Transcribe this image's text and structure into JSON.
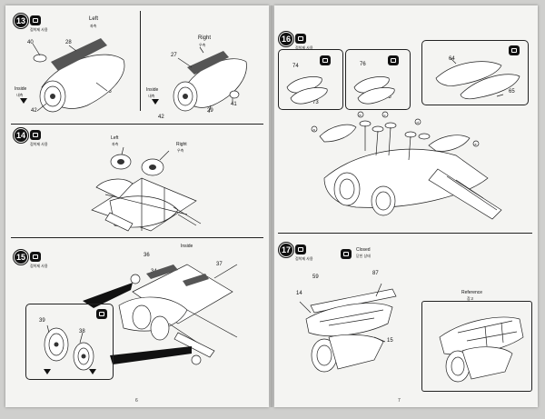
{
  "left_page": {
    "page_number": "6",
    "step13": {
      "number": "13",
      "tool_text": "접착제 사용",
      "left_label": "Left",
      "left_label_kr": "좌측",
      "right_label": "Right",
      "right_label_kr": "우측",
      "inside_label": "Inside",
      "inside_label_kr": "내측",
      "left_parts": [
        "40",
        "28",
        "26",
        "42"
      ],
      "right_parts": [
        "27",
        "29",
        "41",
        "42"
      ]
    },
    "step14": {
      "number": "14",
      "tool_text": "접착제 사용",
      "left_label": "Left",
      "left_label_kr": "좌측",
      "right_label": "Right",
      "right_label_kr": "우측"
    },
    "step15": {
      "number": "15",
      "tool_text": "접착제 사용",
      "inside_label": "Inside",
      "parts": [
        "36",
        "34",
        "35",
        "37",
        "39",
        "38"
      ]
    }
  },
  "right_page": {
    "page_number": "7",
    "step16": {
      "number": "16",
      "tool_text": "접착제 사용",
      "parts": [
        "74",
        "73",
        "76",
        "75",
        "64",
        "65"
      ],
      "callouts": [
        "a",
        "b",
        "c",
        "d",
        "e"
      ]
    },
    "step17": {
      "number": "17",
      "tool_text": "접착제 사용",
      "closed_label": "Closed",
      "closed_label_kr": "닫힌 상태",
      "parts": [
        "59",
        "87",
        "14",
        "15"
      ],
      "reference_label": "Reference",
      "reference_label_kr": "참고"
    }
  },
  "colors": {
    "paper": "#f4f4f2",
    "ink": "#222222",
    "background": "#cfcfcd"
  }
}
